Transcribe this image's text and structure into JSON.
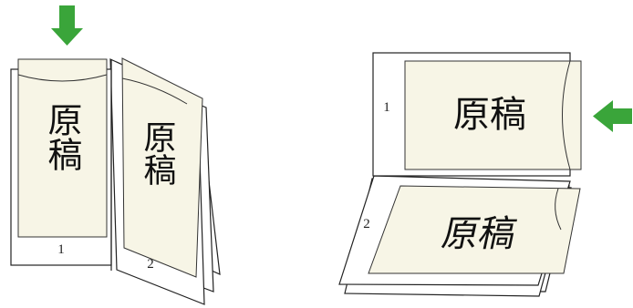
{
  "colors": {
    "arrow": "#3aa53a",
    "sheet_fill": "#f7f5e6",
    "page_stroke": "#222222"
  },
  "left_figure": {
    "arrow_icon": "arrow-down-icon",
    "page1": {
      "sheet_text": "原稿",
      "number": "1"
    },
    "page2": {
      "sheet_text": "原稿",
      "number": "2"
    }
  },
  "right_figure": {
    "arrow_icon": "arrow-left-icon",
    "page1": {
      "sheet_text": "原稿",
      "number": "1"
    },
    "page2": {
      "sheet_text": "原稿",
      "number": "2"
    }
  }
}
